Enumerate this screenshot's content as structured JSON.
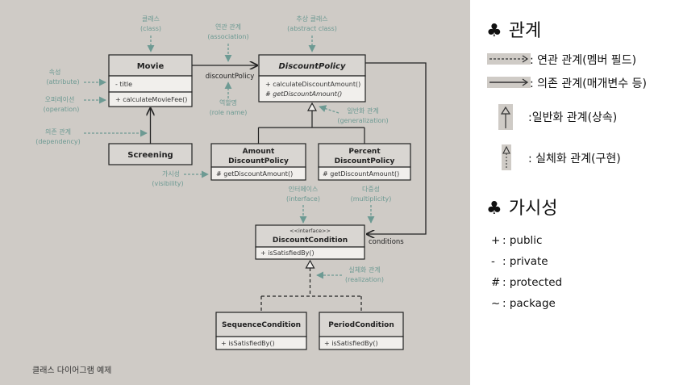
{
  "diagram": {
    "caption": "클래스 다이어그램 예제",
    "classes": {
      "movie": {
        "name": "Movie",
        "attribute": "- title",
        "operation": "+ calculateMovieFee()"
      },
      "screening": {
        "name": "Screening"
      },
      "discount_policy": {
        "name": "DiscountPolicy",
        "op1": "+ calculateDiscountAmount()",
        "op2": "# getDiscountAmount()"
      },
      "amount_policy": {
        "name1": "Amount",
        "name2": "DiscountPolicy",
        "op": "# getDiscountAmount()"
      },
      "percent_policy": {
        "name1": "Percent",
        "name2": "DiscountPolicy",
        "op": "# getDiscountAmount()"
      },
      "discount_condition": {
        "stereotype": "<<interface>>",
        "name": "DiscountCondition",
        "op": "+ isSatisfiedBy()"
      },
      "sequence_condition": {
        "name": "SequenceCondition",
        "op": "+ isSatisfiedBy()"
      },
      "period_condition": {
        "name": "PeriodCondition",
        "op": "+ isSatisfiedBy()"
      }
    },
    "edge_labels": {
      "role": "discountPolicy",
      "conditions": "conditions"
    },
    "annotations": {
      "class": {
        "ko": "클래스",
        "en": "(class)"
      },
      "association": {
        "ko": "연관 관계",
        "en": "(association)"
      },
      "abstract_class": {
        "ko": "추상 클래스",
        "en": "(abstract class)"
      },
      "attribute": {
        "ko": "속성",
        "en": "(attribute)"
      },
      "operation": {
        "ko": "오퍼레이션",
        "en": "(operation)"
      },
      "role_name": {
        "ko": "역할명",
        "en": "(role name)"
      },
      "generalization": {
        "ko": "일반화 관계",
        "en": "(generalization)"
      },
      "dependency": {
        "ko": "의존 관계",
        "en": "(dependency)"
      },
      "visibility": {
        "ko": "가시성",
        "en": "(visibility)"
      },
      "interface": {
        "ko": "인터페이스",
        "en": "(interface)"
      },
      "multiplicity": {
        "ko": "다중성",
        "en": "(multiplicity)"
      },
      "realization": {
        "ko": "실체화 관계",
        "en": "(realization)"
      }
    }
  },
  "legend": {
    "relations_title": "관계",
    "items": [
      {
        "label": ": 연관 관계(멤버 필드)"
      },
      {
        "label": ": 의존 관계(매개변수 등)"
      },
      {
        "label": ":일반화 관계(상속)"
      },
      {
        "label": ": 실체화 관계(구현)"
      }
    ],
    "visibility_title": "가시성",
    "visibility_items": [
      {
        "symbol": "+",
        "text": ": public"
      },
      {
        "symbol": "-",
        "text": ": private"
      },
      {
        "symbol": "#",
        "text": ": protected"
      },
      {
        "symbol": "~",
        "text": ": package"
      }
    ]
  },
  "colors": {
    "annotation": "#6d9a93",
    "box_header": "#d9d6d2",
    "box_body": "#f1efec",
    "line": "#222222"
  }
}
